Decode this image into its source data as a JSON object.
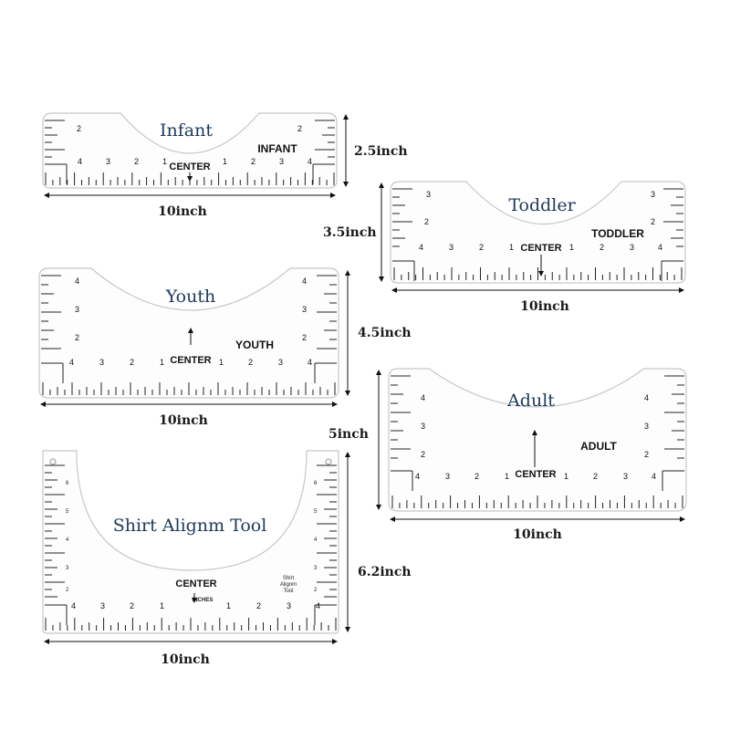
{
  "rulers": [
    {
      "id": "infant",
      "title": "Infant",
      "label": "INFANT",
      "center_label": "CENTER",
      "bottom_numbers": [
        "4",
        "3",
        "2",
        "1",
        "1",
        "2",
        "3",
        "4"
      ],
      "side_numbers": [
        "2",
        "2"
      ],
      "height_label": "2.5inch",
      "width_label": "10inch"
    },
    {
      "id": "toddler",
      "title": "Toddler",
      "label": "TODDLER",
      "center_label": "CENTER",
      "bottom_numbers": [
        "4",
        "3",
        "2",
        "1",
        "1",
        "2",
        "3",
        "4"
      ],
      "side_numbers": [
        "3",
        "2",
        "3",
        "2"
      ],
      "height_label": "3.5inch",
      "width_label": "10inch"
    },
    {
      "id": "youth",
      "title": "Youth",
      "label": "YOUTH",
      "center_label": "CENTER",
      "bottom_numbers": [
        "4",
        "3",
        "2",
        "1",
        "1",
        "2",
        "3",
        "4"
      ],
      "side_numbers": [
        "4",
        "3",
        "2",
        "4",
        "3",
        "2"
      ],
      "height_label": "4.5inch",
      "width_label": "10inch"
    },
    {
      "id": "adult",
      "title": "Adult",
      "label": "ADULT",
      "center_label": "CENTER",
      "bottom_numbers": [
        "4",
        "3",
        "2",
        "1",
        "1",
        "2",
        "3",
        "4"
      ],
      "side_numbers": [
        "4",
        "3",
        "2",
        "4",
        "3",
        "2"
      ],
      "height_label": "5inch",
      "width_label": "10inch"
    },
    {
      "id": "shirt",
      "title": "Shirt Alignm Tool",
      "label_lines": [
        "Shirt",
        "Alignm",
        "Tool"
      ],
      "center_label": "CENTER",
      "inches_label": "INCHES",
      "bottom_numbers": [
        "4",
        "3",
        "2",
        "1",
        "1",
        "2",
        "3",
        "4"
      ],
      "side_numbers": [
        "6",
        "5",
        "4",
        "3",
        "2",
        "6",
        "5",
        "4",
        "3",
        "2"
      ],
      "height_label": "6.2inch",
      "width_label": "10inch"
    }
  ]
}
